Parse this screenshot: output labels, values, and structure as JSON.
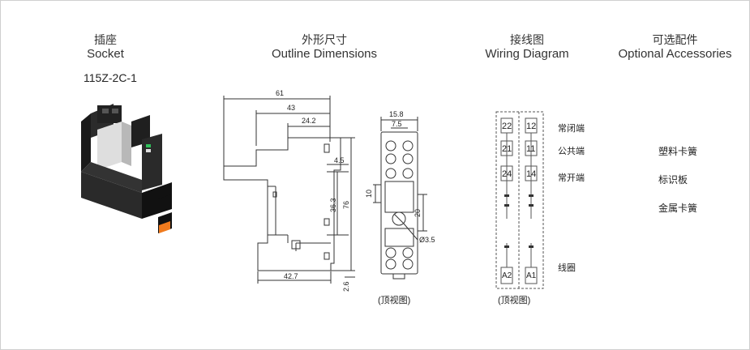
{
  "headers": {
    "socket": {
      "zh": "插座",
      "en": "Socket"
    },
    "outline": {
      "zh": "外形尺寸",
      "en": "Outline Dimensions"
    },
    "wiring": {
      "zh": "接线图",
      "en": "Wiring Diagram"
    },
    "accessories": {
      "zh": "可选配件",
      "en": "Optional Accessories"
    }
  },
  "model": "115Z-2C-1",
  "dimensions": {
    "d61": "61",
    "d43": "43",
    "d242": "24.2",
    "d45": "4.5",
    "d363": "36.3",
    "d76": "76",
    "d427": "42.7",
    "d26": "2.6",
    "d158": "15.8",
    "d75": "7.5",
    "d10": "10",
    "d20": "20",
    "d35": "Ø3.5"
  },
  "top_view_caption": "(顶视图)",
  "wiring": {
    "terminals_left": [
      "22",
      "21",
      "24",
      "A2"
    ],
    "terminals_right": [
      "12",
      "11",
      "14",
      "A1"
    ],
    "labels": {
      "nc": "常闭端",
      "com": "公共端",
      "no": "常开端",
      "coil": "线圈"
    },
    "caption": "(顶视图)"
  },
  "accessories": [
    "塑料卡簧",
    "标识板",
    "金属卡簧"
  ]
}
